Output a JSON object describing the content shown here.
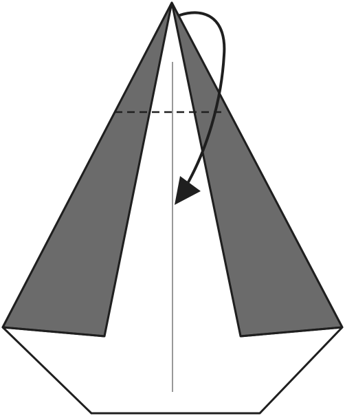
{
  "diagram": {
    "colors": {
      "paper_front": "#ffffff",
      "paper_back": "#6b6b6b",
      "outline": "#1f1f1f",
      "center_line": "#555555",
      "arrow": "#1f1f1f"
    },
    "elements": [
      {
        "name": "base-paper",
        "kind": "shape"
      },
      {
        "name": "left-dark-flap",
        "kind": "shape"
      },
      {
        "name": "right-dark-flap",
        "kind": "shape"
      },
      {
        "name": "center-crease-line",
        "kind": "line"
      },
      {
        "name": "valley-fold-line",
        "kind": "dashed-line"
      },
      {
        "name": "fold-down-arrow",
        "kind": "arrow"
      }
    ]
  }
}
